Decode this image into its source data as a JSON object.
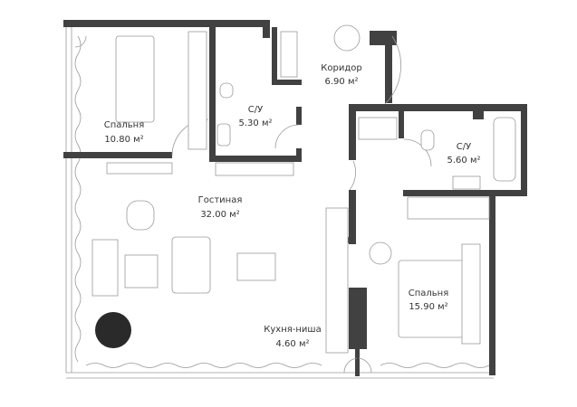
{
  "plan": {
    "rooms": [
      {
        "name": "Спальня",
        "area": "10.80 м²"
      },
      {
        "name": "С/У",
        "area": "5.30 м²"
      },
      {
        "name": "Коридор",
        "area": "6.90 м²"
      },
      {
        "name": "С/У",
        "area": "5.60 м²"
      },
      {
        "name": "Гостиная",
        "area": "32.00 м²"
      },
      {
        "name": "Кухня-ниша",
        "area": "4.60 м²"
      },
      {
        "name": "Спальня",
        "area": "15.90 м²"
      }
    ],
    "colors": {
      "wall": "#414141",
      "line": "#9a9a9a",
      "text": "#333333"
    }
  }
}
